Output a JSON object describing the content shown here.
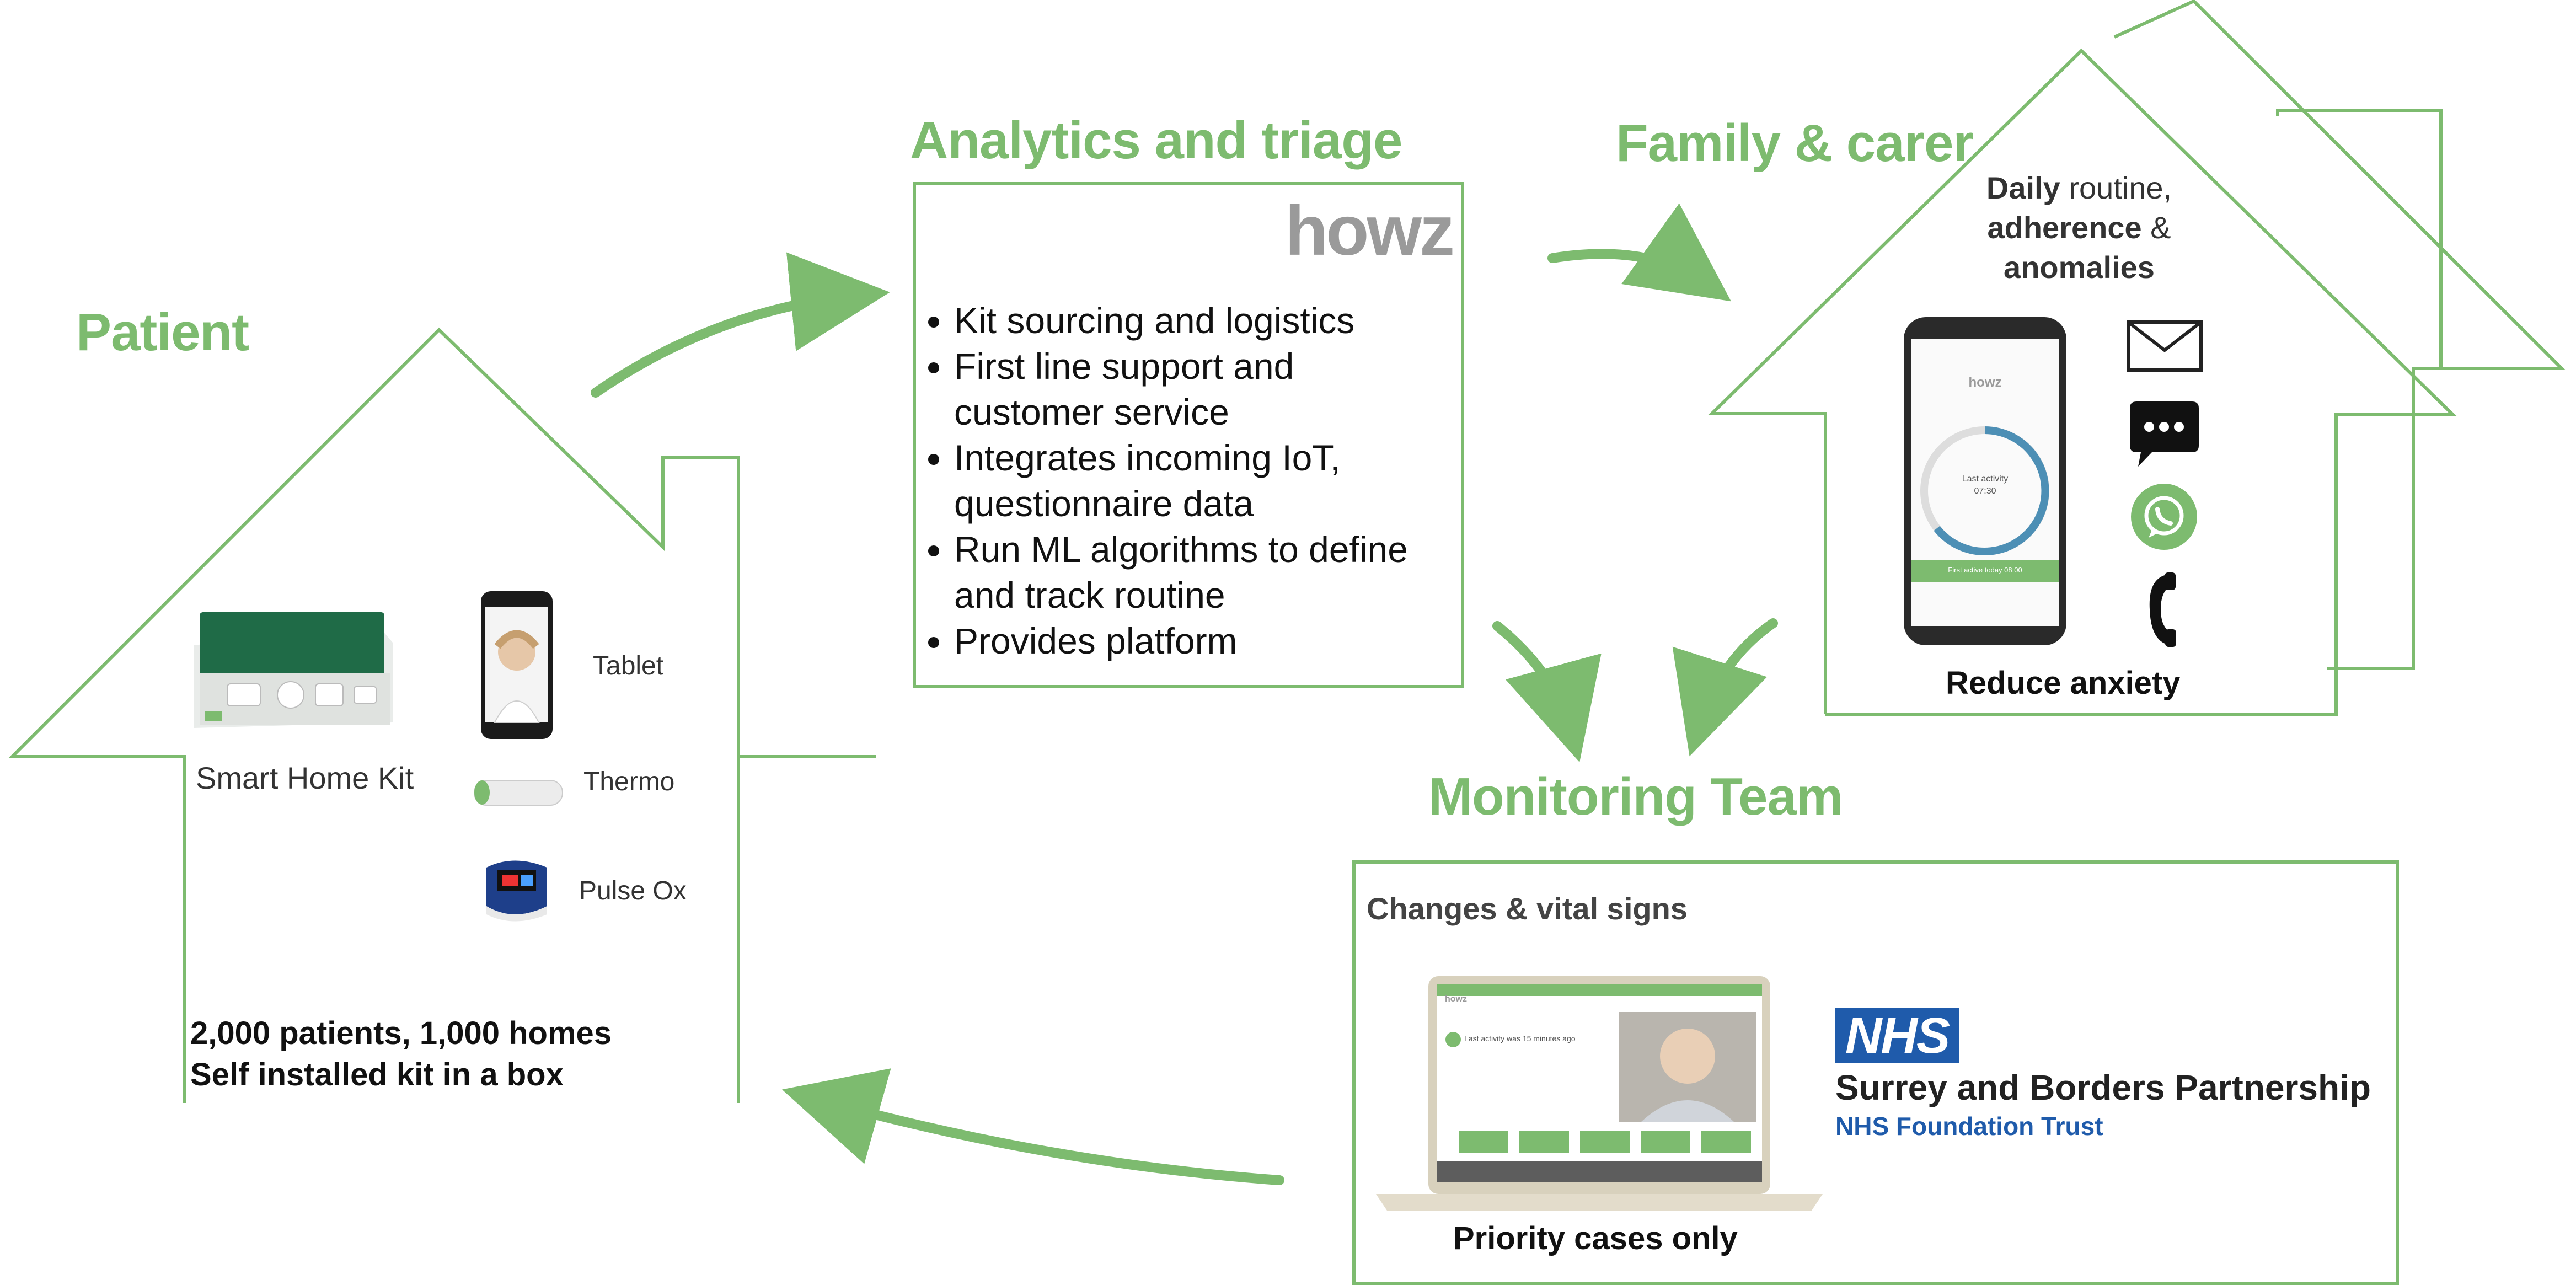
{
  "headings": {
    "patient": "Patient",
    "analytics": "Analytics and triage",
    "family": "Family & carer",
    "monitoring": "Monitoring Team"
  },
  "patient_house": {
    "kit_label": "Smart Home Kit",
    "tablet_label": "Tablet",
    "thermo_label": "Thermo",
    "pulse_label": "Pulse Ox",
    "footer_line1": "2,000 patients, 1,000 homes",
    "footer_line2": "Self installed kit in a box"
  },
  "analytics_box": {
    "logo": "howz",
    "bullets": [
      "Kit sourcing and logistics",
      "First line support and customer service",
      "Integrates incoming IoT, questionnaire data",
      "Run ML algorithms to define and track routine",
      "Provides platform"
    ]
  },
  "family_house": {
    "caption_word1_bold": "Daily",
    "caption_word1_rest": " routine,",
    "caption_word2_bold": "adherence",
    "caption_word2_rest": " &",
    "caption_word3_bold": "anomalies",
    "phone_logo": "howz",
    "phone_activity_label": "Last activity",
    "phone_activity_time": "07:30",
    "phone_button": "First active today 08:00",
    "footer": "Reduce anxiety"
  },
  "monitoring_box": {
    "title": "Changes & vital signs",
    "footer": "Priority cases only",
    "nhs_badge": "NHS",
    "nhs_org": "Surrey and Borders Partnership",
    "nhs_trust": "NHS Foundation Trust",
    "laptop_logo": "howz",
    "laptop_status": "Last activity was 15 minutes ago"
  },
  "colors": {
    "accent_green": "#7dbb6f",
    "nhs_blue": "#1f5bab"
  },
  "icons": [
    "envelope-icon",
    "chat-bubble-icon",
    "whatsapp-icon",
    "phone-handset-icon"
  ]
}
